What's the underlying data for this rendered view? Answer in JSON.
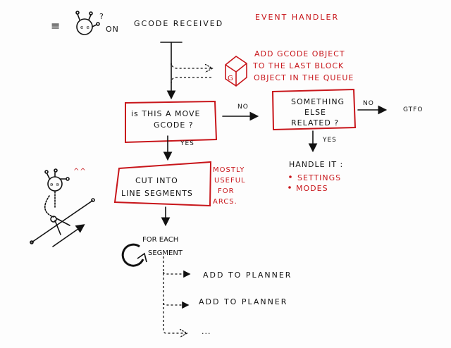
{
  "header": {
    "menu_glyph": "≡",
    "robot_question": "?",
    "title_on": "ON",
    "title_event": "GCODE RECEIVED",
    "label": "EVENT HANDLER"
  },
  "side_note": {
    "cube_letter": "G",
    "lines": [
      "ADD GCODE OBJECT",
      "TO THE LAST BLOCK",
      "OBJECT IN THE QUEUE"
    ]
  },
  "decision1": {
    "lines": [
      "is THIS A MOVE",
      "GCODE ?"
    ],
    "no_label": "NO",
    "yes_label": "YES"
  },
  "decision2": {
    "lines": [
      "SOMETHING",
      "ELSE",
      "RELATED ?"
    ],
    "no_label": "NO",
    "yes_label": "YES",
    "no_target": "GTFO"
  },
  "handle": {
    "title": "HANDLE IT :",
    "items": [
      "SETTINGS",
      "MODES"
    ]
  },
  "cut_box": {
    "lines": [
      "CUT INTO",
      "LINE SEGMENTS"
    ],
    "note": [
      "MOSTLY",
      "USEFUL",
      "FOR",
      "ARCS."
    ]
  },
  "robot2_mark": "^^",
  "loop": {
    "lines": [
      "FOR EACH",
      "SEGMENT"
    ],
    "steps": [
      "ADD TO PLANNER",
      "ADD TO PLANNER",
      "..."
    ]
  },
  "colors": {
    "ink": "#111111",
    "accent": "#c8161b"
  }
}
